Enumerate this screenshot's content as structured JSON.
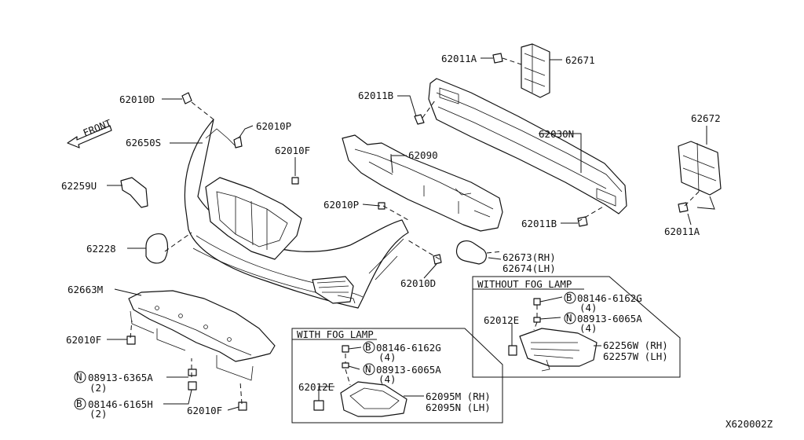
{
  "diagram": {
    "ref_code": "X620002Z",
    "front_label": "FRONT",
    "parts": {
      "p62011A_top": "62011A",
      "p62671": "62671",
      "p62011B_top": "62011B",
      "p62030N": "62030N",
      "p62672": "62672",
      "p62011A_right": "62011A",
      "p62010D_top": "62010D",
      "p62010P_top": "62010P",
      "p62650S": "62650S",
      "p62010F_mid": "62010F",
      "p62090": "62090",
      "p62259U": "62259U",
      "p62010P_mid": "62010P",
      "p62011B_bot": "62011B",
      "p62228": "62228",
      "p62673": "62673(RH)",
      "p62674": "62674(LH)",
      "p62010D_bot": "62010D",
      "p62663M": "62663M",
      "p62010F_left": "62010F",
      "n08913_6365A": "08913-6365A",
      "n08913_6365A_qty": "(2)",
      "b08146_6165H": "08146-6165H",
      "b08146_6165H_qty": "(2)",
      "p62010F_bot": "62010F"
    },
    "with_fog_lamp": {
      "title": "WITH FOG LAMP",
      "bolt": "08146-6162G",
      "bolt_qty": "(4)",
      "nut": "08913-6065A",
      "nut_qty": "(4)",
      "clip": "62012E",
      "rh": "62095M (RH)",
      "lh": "62095N (LH)"
    },
    "without_fog_lamp": {
      "title": "WITHOUT FOG LAMP",
      "bolt": "08146-6162G",
      "bolt_qty": "(4)",
      "nut": "08913-6065A",
      "nut_qty": "(4)",
      "clip": "62012E",
      "rh": "62256W (RH)",
      "lh": "62257W (LH)"
    },
    "symbols": {
      "bolt": "B",
      "nut": "N"
    }
  }
}
